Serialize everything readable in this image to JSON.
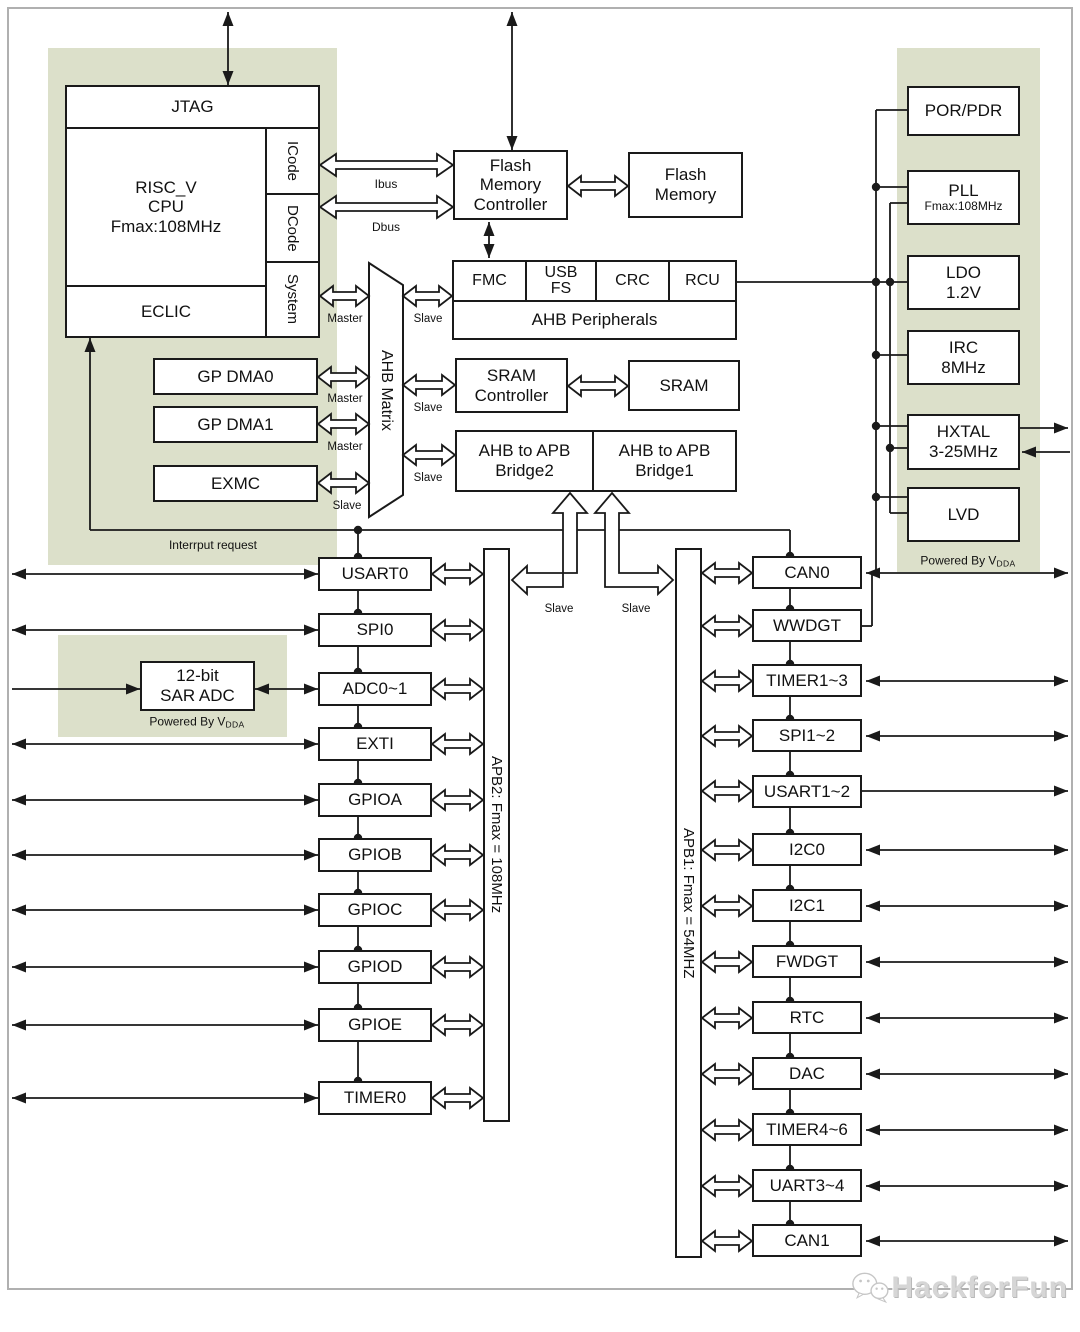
{
  "diagram": {
    "cpu": {
      "jtag": "JTAG",
      "core": "RISC_V\nCPU\nFmax:108MHz",
      "icode": "ICode",
      "dcode": "DCode",
      "system": "System",
      "eclic": "ECLIC"
    },
    "flash": {
      "controller": "Flash\nMemory\nController",
      "memory": "Flash\nMemory"
    },
    "ahb_peripherals": {
      "cells": [
        "FMC",
        "USB\nFS",
        "CRC",
        "RCU"
      ],
      "title": "AHB Peripherals"
    },
    "sram": {
      "controller": "SRAM\nController",
      "memory": "SRAM"
    },
    "bridges": {
      "bridge2": "AHB to APB\nBridge2",
      "bridge1": "AHB to APB\nBridge1"
    },
    "masters": [
      "GP DMA0",
      "GP DMA1",
      "EXMC"
    ],
    "matrix": "AHB Matrix",
    "bus_labels": {
      "ibus": "Ibus",
      "dbus": "Dbus",
      "master": "Master",
      "slave": "Slave",
      "interrupt": "Interrput request",
      "apb2": "APB2: Fmax = 108MHz",
      "apb1": "APB1: Fmax = 54MHZ"
    },
    "apb2_peripherals": [
      "USART0",
      "SPI0",
      "ADC0~1",
      "EXTI",
      "GPIOA",
      "GPIOB",
      "GPIOC",
      "GPIOD",
      "GPIOE",
      "TIMER0"
    ],
    "apb1_peripherals": [
      "CAN0",
      "WWDGT",
      "TIMER1~3",
      "SPI1~2",
      "USART1~2",
      "I2C0",
      "I2C1",
      "FWDGT",
      "RTC",
      "DAC",
      "TIMER4~6",
      "UART3~4",
      "CAN1"
    ],
    "power": {
      "por": "POR/PDR",
      "pll": "PLL",
      "pll_sub": "Fmax:108MHz",
      "ldo": "LDO\n1.2V",
      "irc": "IRC\n8MHz",
      "hxtal": "HXTAL\n3-25MHz",
      "lvd": "LVD",
      "powered_by": "Powered By V",
      "powered_sub": "DDA"
    },
    "adc": {
      "block": "12-bit\nSAR ADC"
    },
    "watermark": "HackforFun",
    "colors": {
      "panel": "#dce0ca",
      "line": "#1a1a1a",
      "border": "#b0b0b0",
      "watermark": "#d6d6d6"
    }
  }
}
